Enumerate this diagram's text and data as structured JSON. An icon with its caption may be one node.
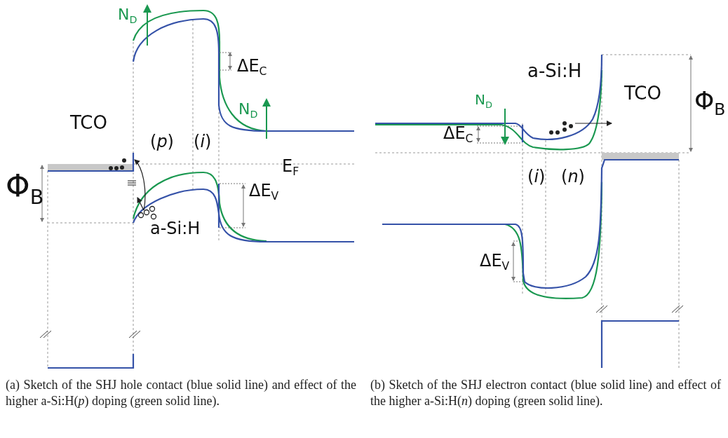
{
  "diagram": {
    "labels": [
      "N$_{D}$",
      "ΔE$_{C}$",
      "N$_{D}$",
      "TCO",
      "(*p*)",
      "(*i*)",
      "E$_{F}$",
      "Φ$_{B}$",
      "ΔE$_{V}$",
      "a-Si:H",
      "a-Si:H",
      "TCO",
      "Φ$_{B}$",
      "N$_{D}$",
      "ΔE$_{C}$",
      "(*i*)",
      "(*n*)",
      "ΔE$_{V}$",
      "(a) Sketch of the SHJ hole contact (blue solid line) and effect of the higher a-Si:H(*p*) doping (green solid line).",
      "(b) Sketch of the SHJ electron contact (blue solid line) and effect of the higher a-Si:H(*n*) doping (green solid line)."
    ]
  }
}
